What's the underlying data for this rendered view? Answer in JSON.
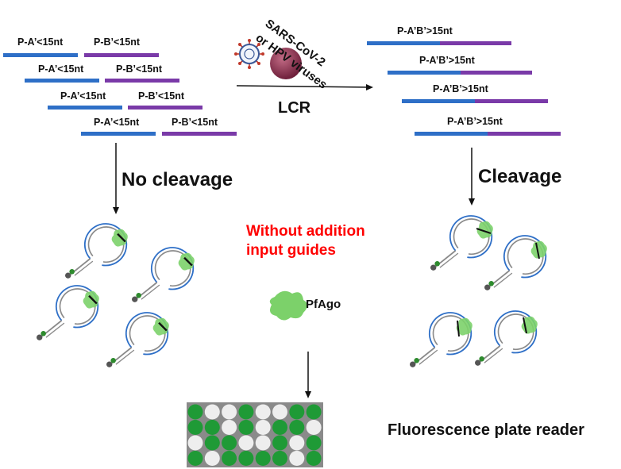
{
  "left_probes": {
    "rows": [
      {
        "a": "P-A’<15nt",
        "b": "P-B’<15nt"
      },
      {
        "a": "P-A’<15nt",
        "b": "P-B’<15nt"
      },
      {
        "a": "P-A’<15nt",
        "b": "P-B’<15nt"
      },
      {
        "a": "P-A’<15nt",
        "b": "P-B’<15nt"
      }
    ]
  },
  "right_probes": {
    "rows": [
      {
        "label": "P-A’B’>15nt"
      },
      {
        "label": "P-A’B’>15nt"
      },
      {
        "label": "P-A’B’>15nt"
      },
      {
        "label": "P-A’B’>15nt"
      }
    ]
  },
  "center": {
    "virus_line1": "SARS-CoV-2",
    "virus_line2": "or HPV viruses",
    "reaction": "LCR"
  },
  "outcomes": {
    "left": "No cleavage",
    "right": "Cleavage"
  },
  "note": "Without addition\ninput guides",
  "legend": {
    "protein": "PfAgo"
  },
  "readout": "Fluorescence plate reader",
  "plate": {
    "rows": [
      [
        "green",
        "white",
        "white",
        "green",
        "white",
        "white",
        "green",
        "green"
      ],
      [
        "green",
        "green",
        "white",
        "green",
        "white",
        "green",
        "green",
        "white"
      ],
      [
        "white",
        "green",
        "green",
        "white",
        "white",
        "green",
        "white",
        "green"
      ],
      [
        "green",
        "white",
        "green",
        "green",
        "green",
        "green",
        "white",
        "green"
      ]
    ]
  },
  "colors": {
    "blue_strand": "#2e6fc7",
    "purple_strand": "#7a3aa8",
    "red_text": "#ff0000",
    "protein_green": "#7cd16a",
    "well_green": "#1f9a36",
    "plate_bg": "#8a8a8a"
  }
}
